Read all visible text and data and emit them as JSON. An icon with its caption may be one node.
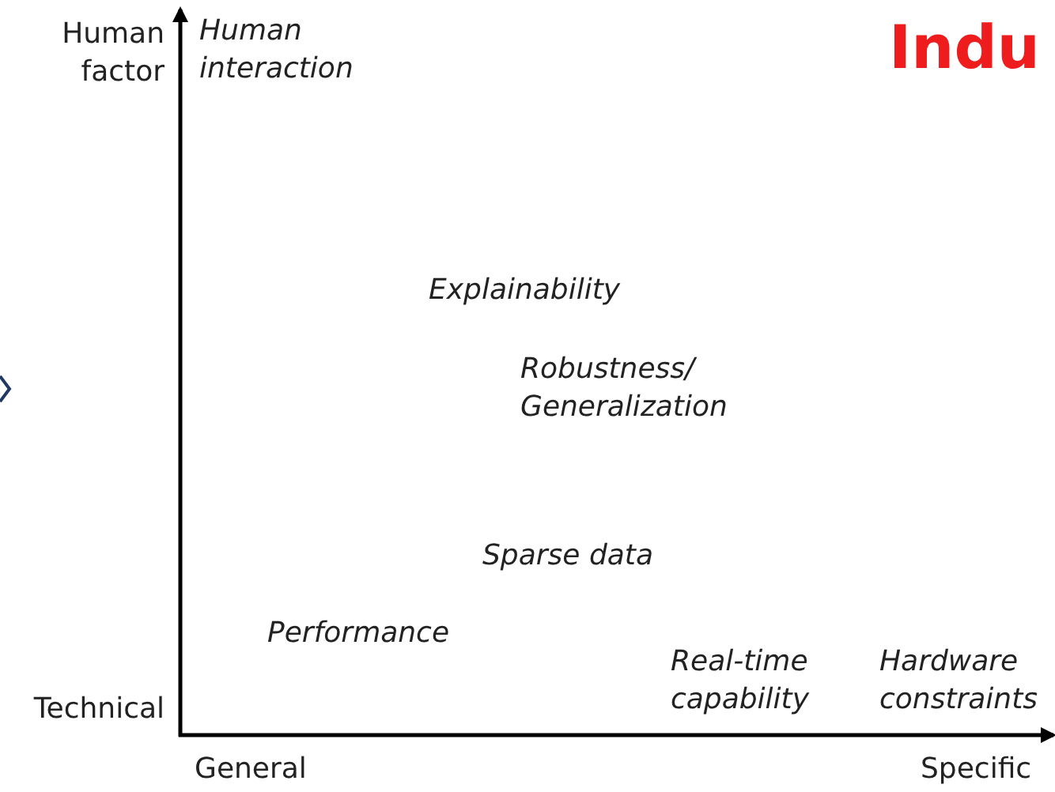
{
  "diagram": {
    "title": "Indu",
    "labels": [
      "Human factor",
      "Human interaction",
      "Explainability",
      "Robustness/ Generalization",
      "Sparse data",
      "Performance",
      "Real-time capability",
      "Hardware constraints",
      "Technical",
      "General",
      "Specific"
    ]
  }
}
